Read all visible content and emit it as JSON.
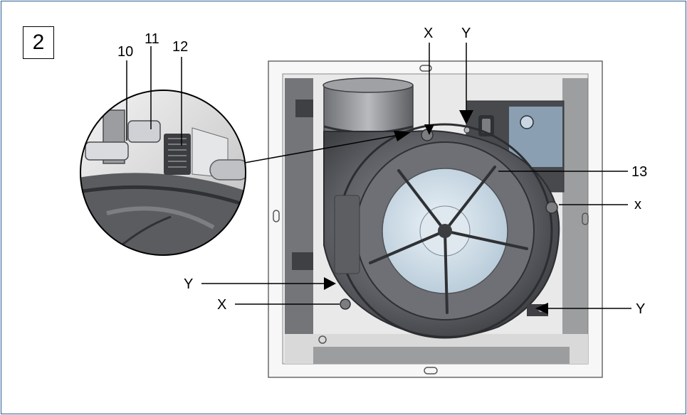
{
  "figure": {
    "number": "2",
    "callouts": {
      "c10": "10",
      "c11": "11",
      "c12": "12",
      "x_top": "X",
      "y_top": "Y",
      "c13": "13",
      "x_right": "x",
      "y_left": "Y",
      "x_left": "X",
      "y_right": "Y"
    }
  },
  "colors": {
    "frame_border": "#2a5d8f",
    "housing": "#55575c",
    "housing_dark": "#3b3d41",
    "panel": "#f2f2f2",
    "impeller": "#cfe0ec",
    "leader": "#000000"
  }
}
